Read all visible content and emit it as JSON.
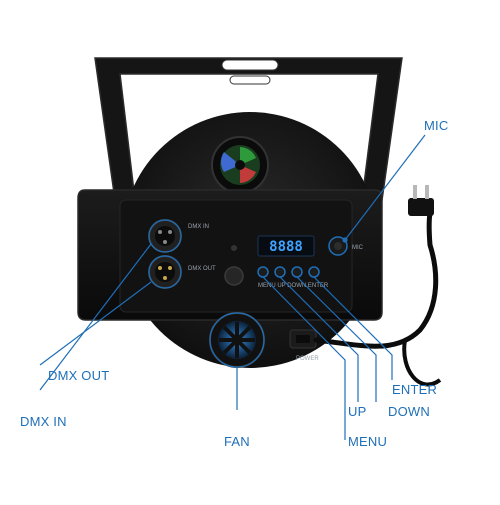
{
  "colors": {
    "callout": "#1f6fb8",
    "fixture_body": "#141414",
    "panel": "#0f0f10",
    "display": "#3fa2ff",
    "fan_led": "#3f9be8"
  },
  "callouts": {
    "mic": "MIC",
    "dmx_out": "DMX OUT",
    "dmx_in": "DMX IN",
    "fan": "FAN",
    "menu": "MENU",
    "up": "UP",
    "down": "DOWN",
    "enter": "ENTER"
  },
  "panel": {
    "dmx_in_label": "DMX IN",
    "dmx_out_label": "DMX OUT",
    "mic_label": "MIC",
    "display_text": "8888",
    "button_labels": "MENU UP DOWN ENTER",
    "power_label": "POWER"
  }
}
